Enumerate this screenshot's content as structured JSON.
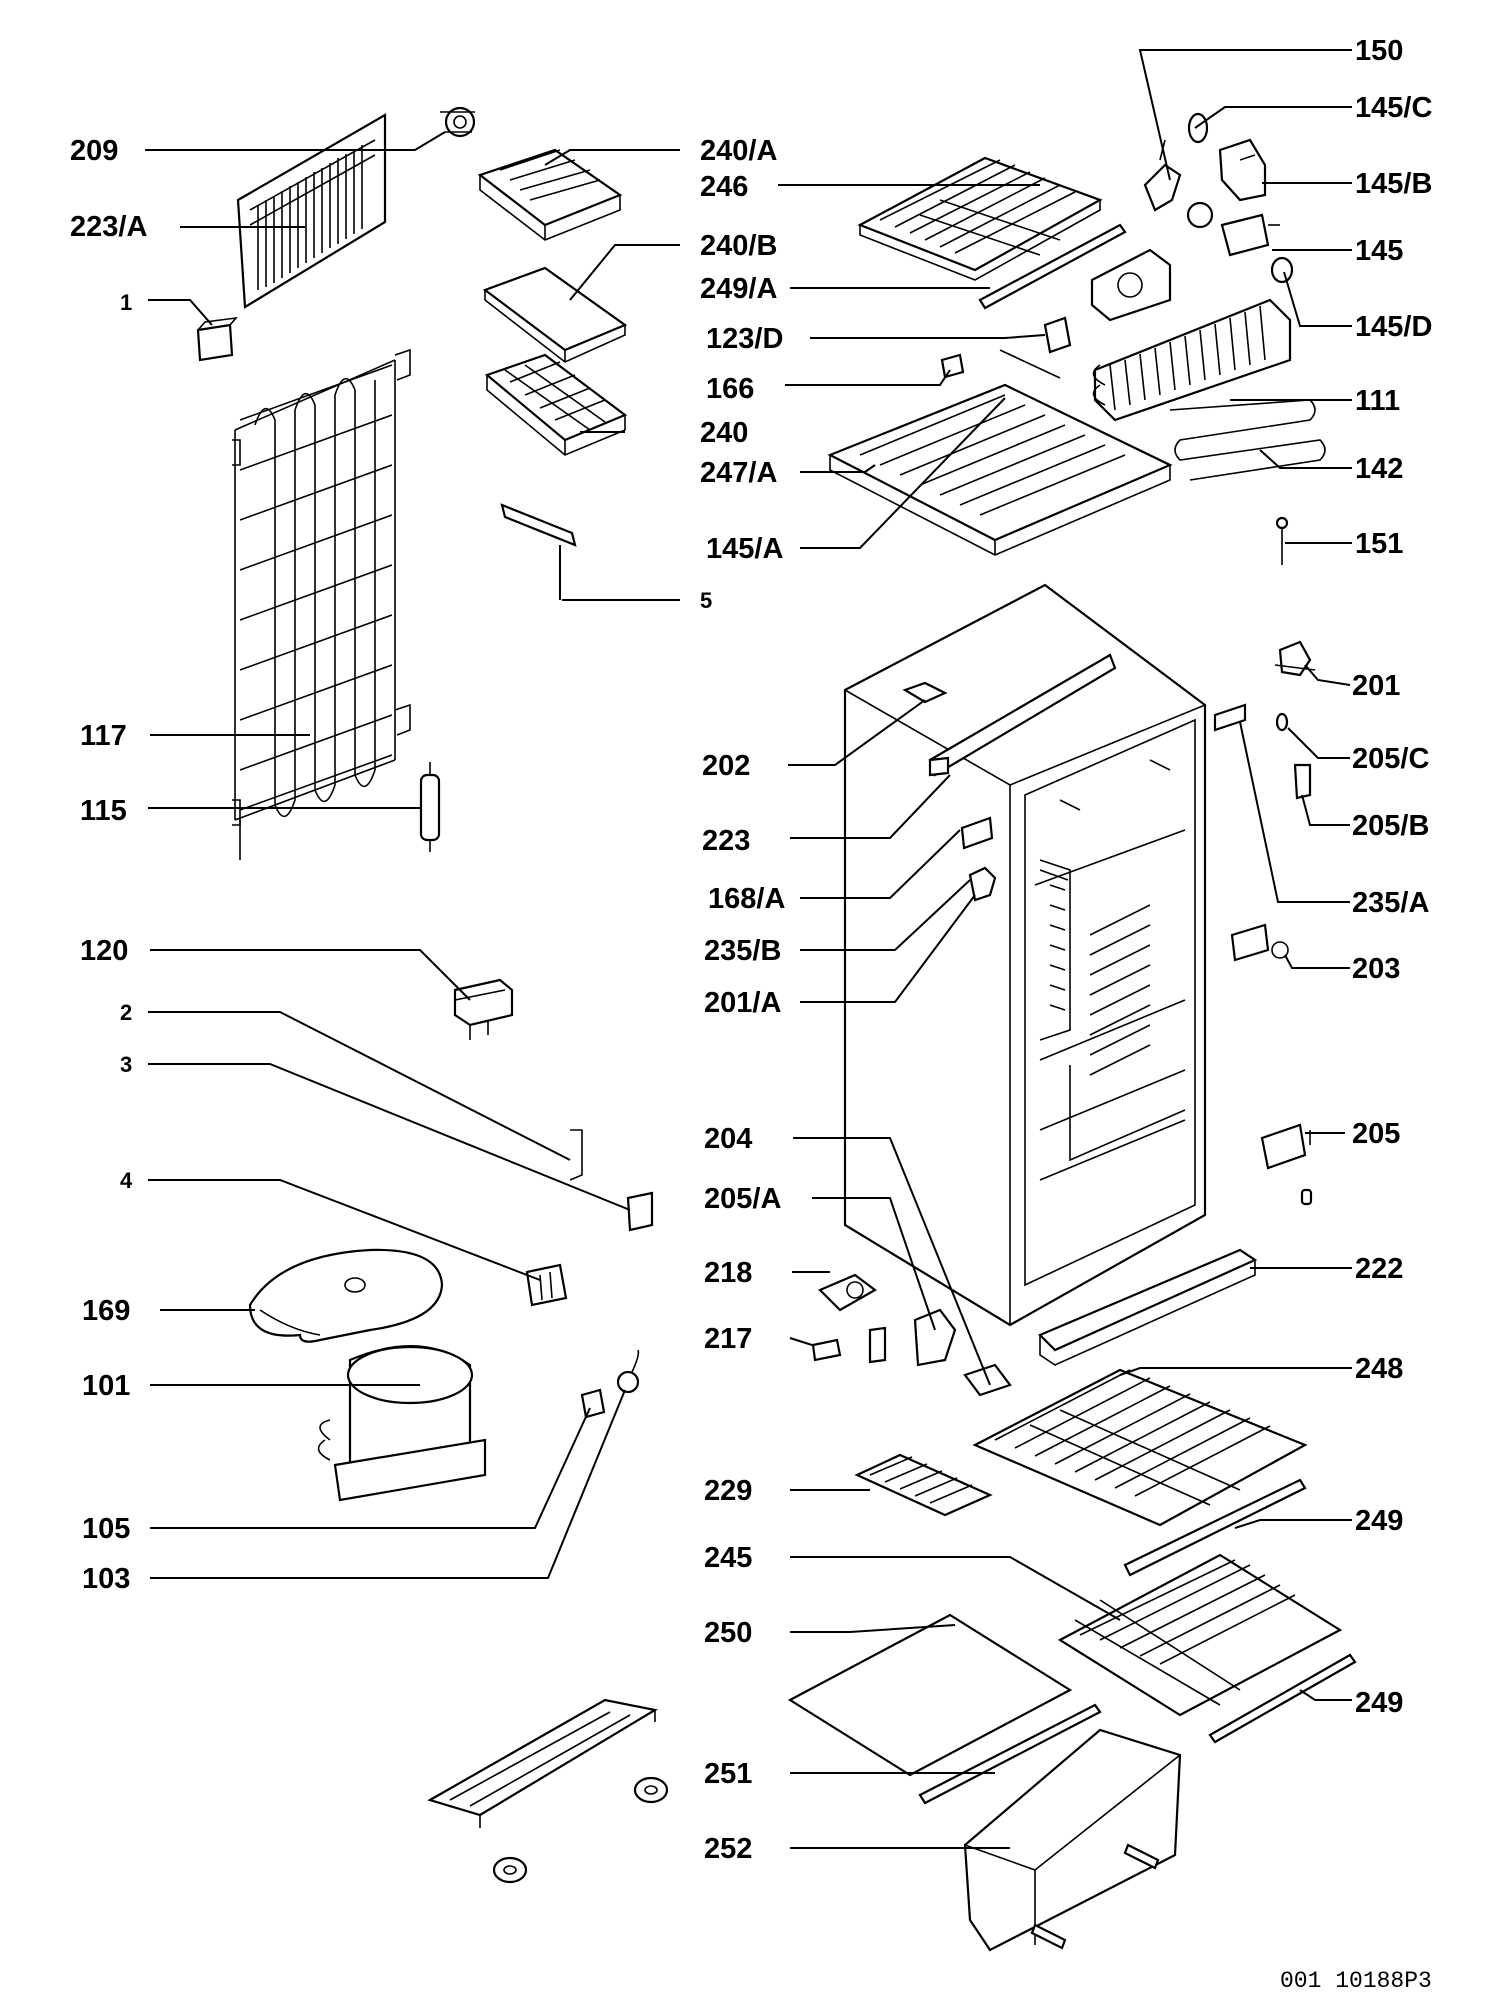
{
  "labels": [
    {
      "id": "209",
      "text": "209"
    },
    {
      "id": "223A",
      "text": "223/A"
    },
    {
      "id": "1",
      "text": "1"
    },
    {
      "id": "117",
      "text": "117"
    },
    {
      "id": "115",
      "text": "115"
    },
    {
      "id": "120",
      "text": "120"
    },
    {
      "id": "2",
      "text": "2"
    },
    {
      "id": "3",
      "text": "3"
    },
    {
      "id": "4",
      "text": "4"
    },
    {
      "id": "169",
      "text": "169"
    },
    {
      "id": "101",
      "text": "101"
    },
    {
      "id": "105",
      "text": "105"
    },
    {
      "id": "103",
      "text": "103"
    },
    {
      "id": "240A",
      "text": "240/A"
    },
    {
      "id": "246",
      "text": "246"
    },
    {
      "id": "240B",
      "text": "240/B"
    },
    {
      "id": "249A",
      "text": "249/A"
    },
    {
      "id": "123D",
      "text": "123/D"
    },
    {
      "id": "166",
      "text": "166"
    },
    {
      "id": "240",
      "text": "240"
    },
    {
      "id": "247A",
      "text": "247/A"
    },
    {
      "id": "145A",
      "text": "145/A"
    },
    {
      "id": "5",
      "text": "5"
    },
    {
      "id": "202",
      "text": "202"
    },
    {
      "id": "223",
      "text": "223"
    },
    {
      "id": "168A",
      "text": "168/A"
    },
    {
      "id": "235B",
      "text": "235/B"
    },
    {
      "id": "201A",
      "text": "201/A"
    },
    {
      "id": "204",
      "text": "204"
    },
    {
      "id": "205A",
      "text": "205/A"
    },
    {
      "id": "218",
      "text": "218"
    },
    {
      "id": "217",
      "text": "217"
    },
    {
      "id": "229",
      "text": "229"
    },
    {
      "id": "245",
      "text": "245"
    },
    {
      "id": "250",
      "text": "250"
    },
    {
      "id": "251",
      "text": "251"
    },
    {
      "id": "252",
      "text": "252"
    },
    {
      "id": "150",
      "text": "150"
    },
    {
      "id": "145C",
      "text": "145/C"
    },
    {
      "id": "145B",
      "text": "145/B"
    },
    {
      "id": "145",
      "text": "145"
    },
    {
      "id": "145D",
      "text": "145/D"
    },
    {
      "id": "111",
      "text": "111"
    },
    {
      "id": "142",
      "text": "142"
    },
    {
      "id": "151",
      "text": "151"
    },
    {
      "id": "201",
      "text": "201"
    },
    {
      "id": "205C",
      "text": "205/C"
    },
    {
      "id": "205B",
      "text": "205/B"
    },
    {
      "id": "235A",
      "text": "235/A"
    },
    {
      "id": "203",
      "text": "203"
    },
    {
      "id": "205",
      "text": "205"
    },
    {
      "id": "222",
      "text": "222"
    },
    {
      "id": "248",
      "text": "248"
    },
    {
      "id": "249",
      "text": "249"
    },
    {
      "id": "249b",
      "text": "249"
    }
  ],
  "drawing_code": "001  10188P3"
}
